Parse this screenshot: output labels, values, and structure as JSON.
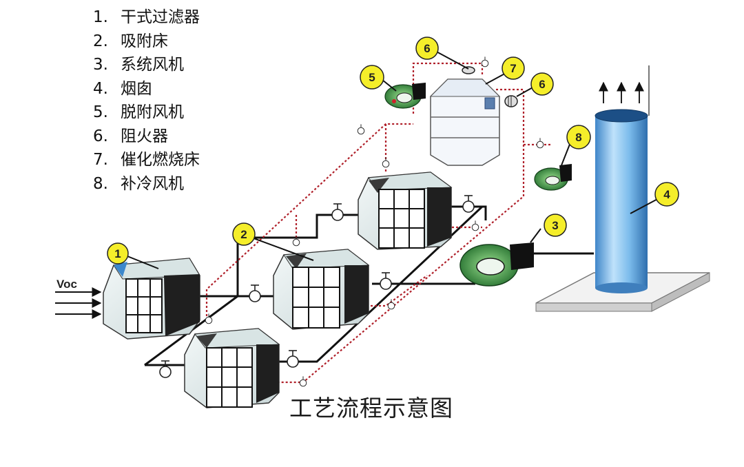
{
  "legend": [
    {
      "num": "1.",
      "label": "干式过滤器"
    },
    {
      "num": "2.",
      "label": "吸附床"
    },
    {
      "num": "3.",
      "label": "系统风机"
    },
    {
      "num": "4.",
      "label": "烟囱"
    },
    {
      "num": "5.",
      "label": "脱附风机"
    },
    {
      "num": "6.",
      "label": "阻火器"
    },
    {
      "num": "7.",
      "label": "催化燃烧床"
    },
    {
      "num": "8.",
      "label": "补冷风机"
    }
  ],
  "caption": "工艺流程示意图",
  "inlet_label": "Voc",
  "badges": [
    "1",
    "2",
    "3",
    "4",
    "5",
    "6",
    "6",
    "7",
    "8"
  ],
  "colors": {
    "badge_fill": "#f5ee2a",
    "unit_face": "#dfe9e9",
    "unit_dark": "#1f1f1f",
    "fan_green": "#2f8a3a",
    "stack_blue": "#6fb3e6",
    "pipe_red_dotted": "#b0202a",
    "pipe_main": "#111111"
  }
}
